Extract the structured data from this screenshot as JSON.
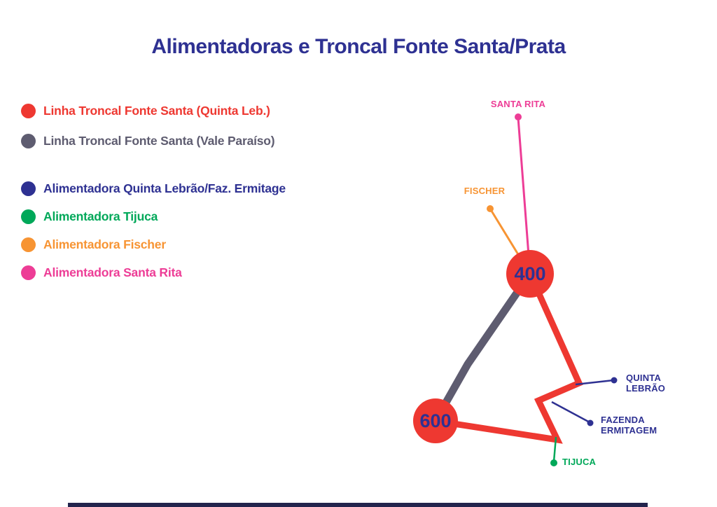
{
  "title": "Alimentadoras e Troncal Fonte Santa/Prata",
  "colors": {
    "navy": "#2e3192",
    "red": "#ee3831",
    "slate": "#5e5c70",
    "green": "#00a859",
    "orange": "#f79433",
    "pink": "#ed3d96"
  },
  "legend": {
    "items": [
      {
        "label": "Linha Troncal Fonte Santa (Quinta Leb.)",
        "color": "#ee3831"
      },
      {
        "label": "Linha Troncal Fonte Santa (Vale Paraíso)",
        "color": "#5e5c70"
      },
      {
        "label": "Alimentadora Quinta Lebrão/Faz. Ermitage",
        "color": "#2e3192"
      },
      {
        "label": "Alimentadora Tijuca",
        "color": "#00a859"
      },
      {
        "label": "Alimentadora Fischer",
        "color": "#f79433"
      },
      {
        "label": "Alimentadora Santa Rita",
        "color": "#ed3d96"
      }
    ]
  },
  "map": {
    "nodes": {
      "n400": {
        "label": "400"
      },
      "n600": {
        "label": "600"
      }
    },
    "stops": {
      "santa_rita": "SANTA RITA",
      "fischer": "FISCHER",
      "quinta_lebrao": "QUINTA\nLEBRÃO",
      "fazenda_ermitagem": "FAZENDA\nERMITAGEM",
      "tijuca": "TIJUCA"
    }
  }
}
